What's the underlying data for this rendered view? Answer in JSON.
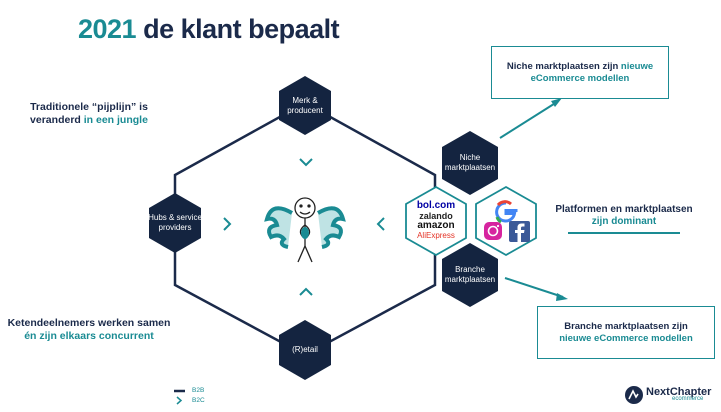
{
  "title": {
    "year": "2021",
    "text": "de klant bepaalt"
  },
  "left_notes": {
    "top": {
      "part1": "Traditionele “pijplijn” is",
      "part2": "veranderd",
      "part3": "in een jungle"
    },
    "bottom": {
      "part1": "Ketendeelnemers werken samen",
      "part2": "én zijn elkaars concurrent"
    }
  },
  "right_boxes": {
    "niche": {
      "part1": "Niche marktplaatsen zijn",
      "part2": "nieuwe",
      "part3": "eCommerce modellen"
    },
    "platforms": {
      "part1": "Platformen en marktplaatsen",
      "part2": "zijn dominant"
    },
    "branche": {
      "part1": "Branche marktplaatsen zijn",
      "part2": "nieuwe eCommerce modellen"
    }
  },
  "nodes": {
    "merk": "Merk & producent",
    "hubs": "Hubs & service providers",
    "retail": "(R)etail",
    "niche": "Niche marktplaatsen",
    "branche": "Branche marktplaatsen"
  },
  "marketplace_logos": [
    "bol.com",
    "zalando",
    "amazon",
    "AliExpress"
  ],
  "platform_icons": [
    "google-icon",
    "instagram-icon",
    "facebook-icon"
  ],
  "legend": [
    {
      "symbol": "line",
      "label": "B2B"
    },
    {
      "symbol": "chevron",
      "label": "B2C"
    }
  ],
  "footer_logo": {
    "name": "NextChapter",
    "sub": "ecommerce"
  },
  "colors": {
    "navy": "#1b2a4a",
    "teal": "#1a8b93",
    "hex": "#142440"
  }
}
